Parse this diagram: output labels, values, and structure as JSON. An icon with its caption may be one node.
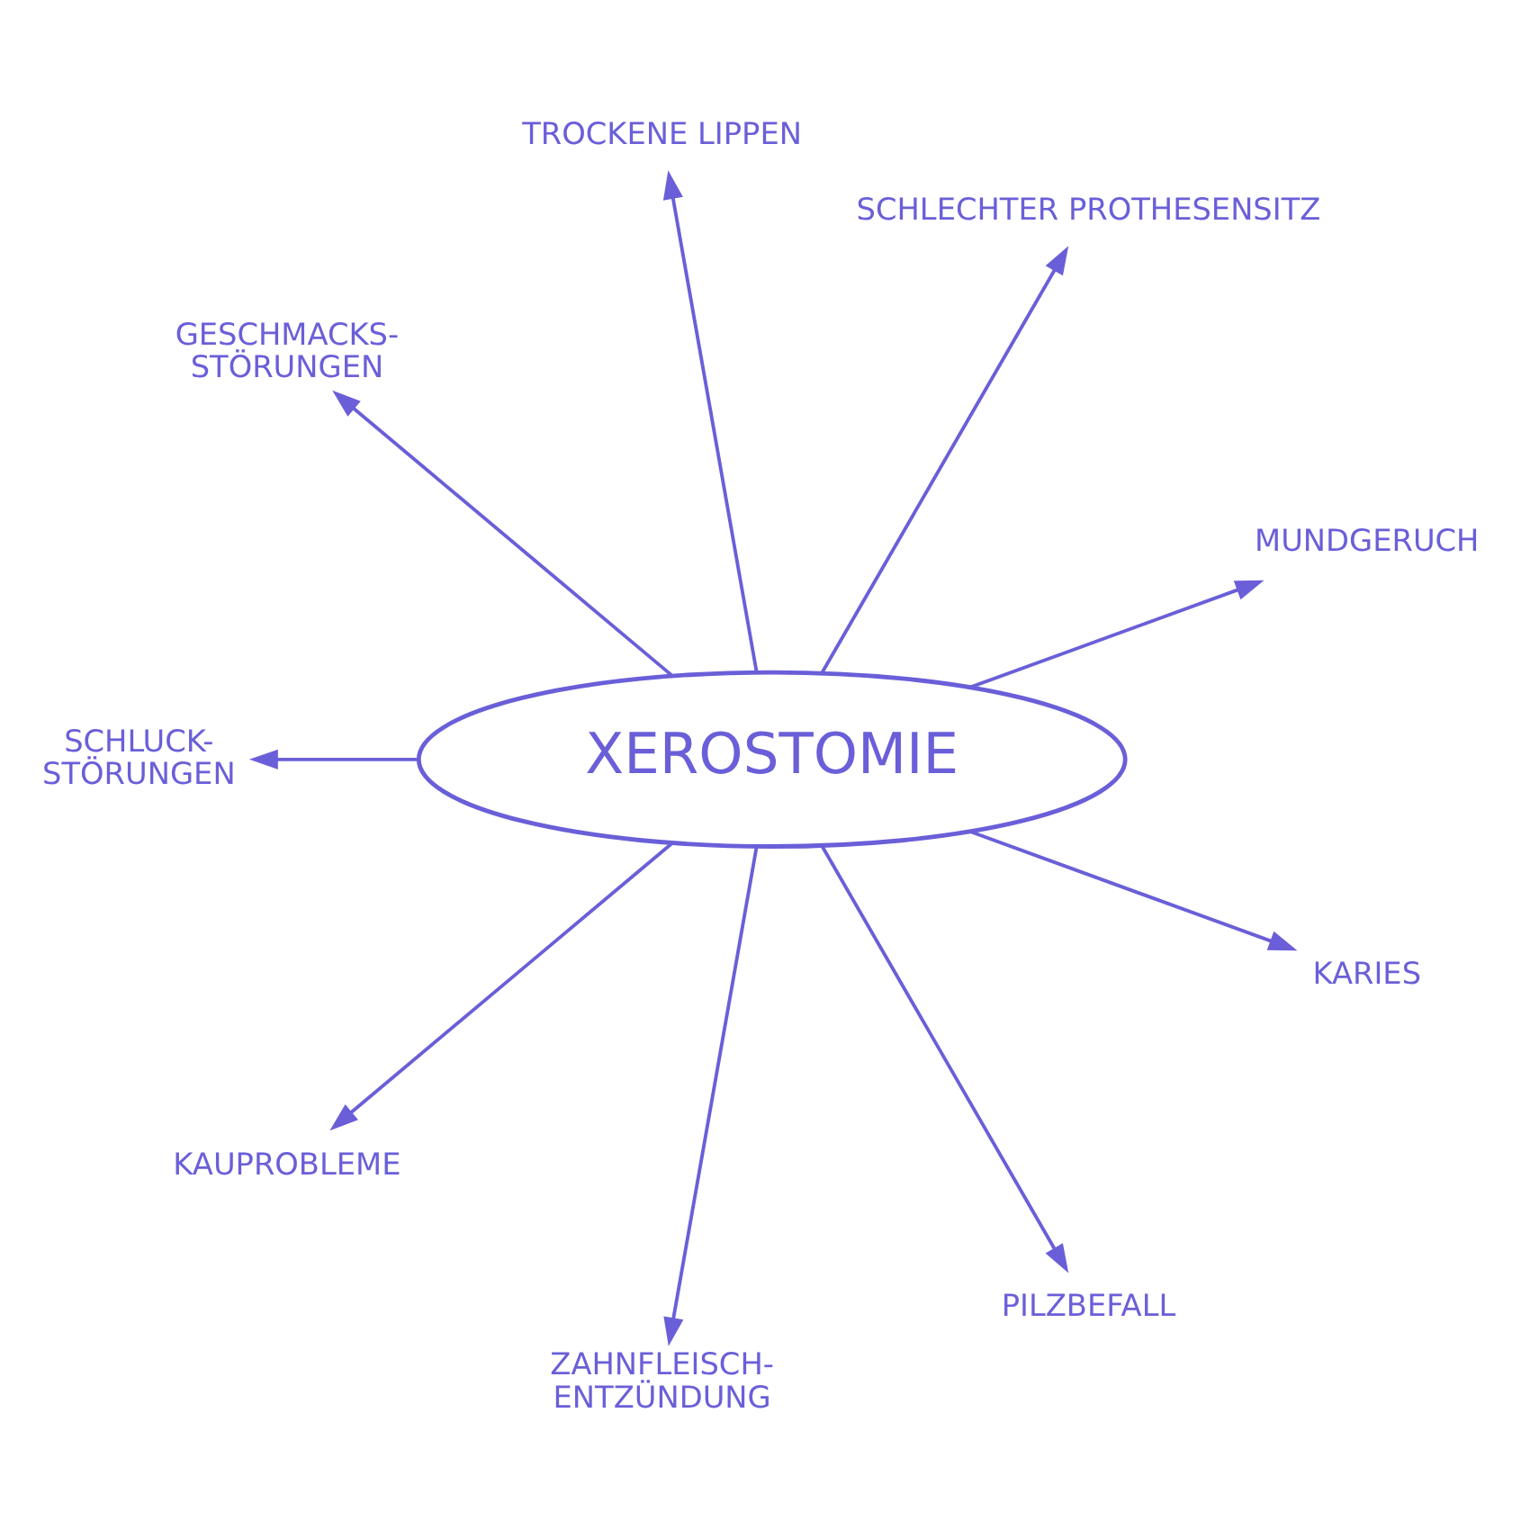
{
  "diagram": {
    "nodes": [
      {
        "text": [
          "MUNDGERUCH"
        ]
      },
      {
        "text": [
          "SCHLECHTER PROTHESENSITZ"
        ]
      },
      {
        "text": [
          "TROCKENE LIPPEN"
        ]
      },
      {
        "text": [
          "GESCHMACKS- STÖRUNGEN"
        ]
      },
      {
        "text": [
          "SCHLUCK- STÖRUNGEN"
        ]
      },
      {
        "text": [
          "XEROSTOMIE"
        ]
      },
      {
        "text": [
          "KAUPROBLEME"
        ]
      },
      {
        "text": [
          "ZAHNFLEISCH- ENTZÜNDUNG"
        ]
      },
      {
        "text": [
          "PILZBEFALL"
        ]
      },
      {
        "text": [
          "KARIES"
        ]
      }
    ],
    "edges": [
      {
        "from": 5,
        "to": 0,
        "arrow": "to"
      },
      {
        "from": 5,
        "to": 1,
        "arrow": "to"
      },
      {
        "from": 5,
        "to": 2,
        "arrow": "to"
      },
      {
        "from": 5,
        "to": 3,
        "arrow": "to"
      },
      {
        "from": 5,
        "to": 4,
        "arrow": "to"
      },
      {
        "from": 5,
        "to": 6,
        "arrow": "to"
      },
      {
        "from": 5,
        "to": 7,
        "arrow": "to"
      },
      {
        "from": 5,
        "to": 8,
        "arrow": "to"
      },
      {
        "from": 5,
        "to": 9,
        "arrow": "to"
      }
    ]
  }
}
